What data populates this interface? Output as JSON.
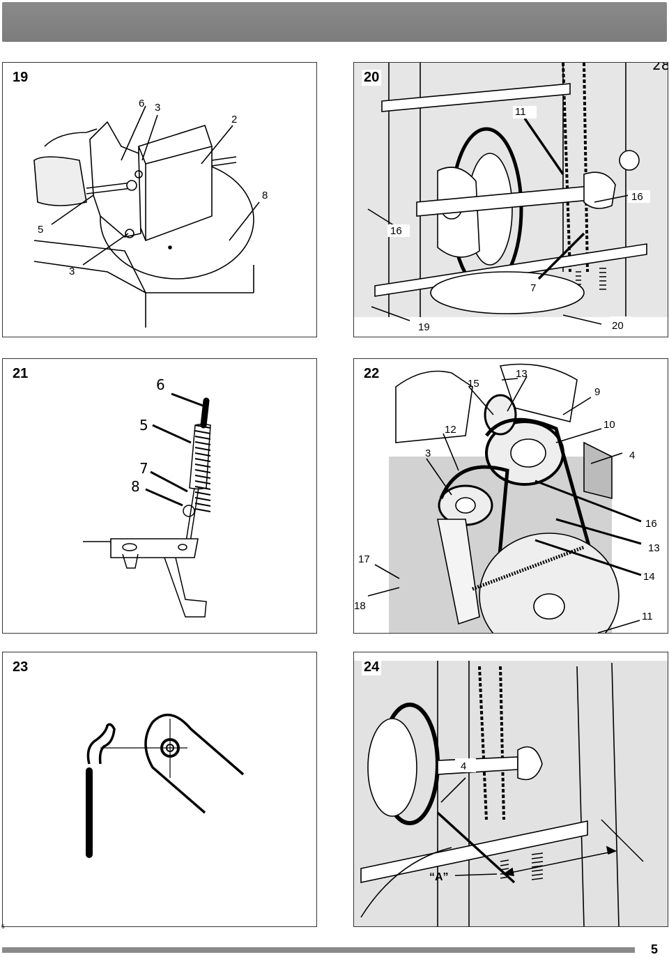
{
  "page": {
    "side_marker": "6",
    "page_number": "5"
  },
  "figures": [
    {
      "number": "19",
      "callouts": [
        "6",
        "3",
        "2",
        "8",
        "5",
        "3"
      ]
    },
    {
      "number": "20",
      "callouts": [
        "11",
        "16",
        "16",
        "7",
        "19",
        "20",
        "28"
      ]
    },
    {
      "number": "21",
      "callouts": [
        "6",
        "5",
        "7",
        "8"
      ]
    },
    {
      "number": "22",
      "callouts": [
        "13",
        "15",
        "9",
        "12",
        "10",
        "3",
        "4",
        "16",
        "17",
        "13",
        "14",
        "18",
        "11"
      ]
    },
    {
      "number": "23",
      "callouts": []
    },
    {
      "number": "24",
      "callouts": [
        "4",
        "“A”"
      ]
    }
  ]
}
